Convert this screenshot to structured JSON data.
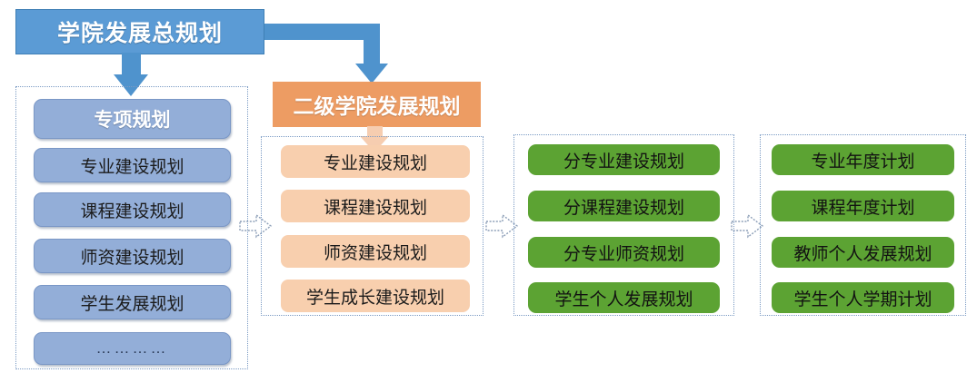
{
  "diagram": {
    "title": "学院发展总规划",
    "master": {
      "label": "学院发展总规划"
    },
    "columns": [
      {
        "id": "special-plans",
        "header": {
          "label": "专项规划",
          "style": "blue"
        },
        "items": [
          {
            "label": "专业建设规划"
          },
          {
            "label": "课程建设规划"
          },
          {
            "label": "师资建设规划"
          },
          {
            "label": "学生发展规划"
          },
          {
            "label": "…………"
          }
        ]
      },
      {
        "id": "secondary-college-plans",
        "header": {
          "label": "二级学院发展规划",
          "style": "orange"
        },
        "items": [
          {
            "label": "专业建设规划"
          },
          {
            "label": "课程建设规划"
          },
          {
            "label": "师资建设规划"
          },
          {
            "label": "学生成长建设规划"
          }
        ]
      },
      {
        "id": "sub-division-plans",
        "header": {
          "label": "",
          "style": "none"
        },
        "items": [
          {
            "label": "分专业建设规划"
          },
          {
            "label": "分课程建设规划"
          },
          {
            "label": "分专业师资规划"
          },
          {
            "label": "学生个人发展规划"
          }
        ]
      },
      {
        "id": "annual-plans",
        "header": {
          "label": "",
          "style": "none"
        },
        "items": [
          {
            "label": "专业年度计划"
          },
          {
            "label": "课程年度计划"
          },
          {
            "label": "教师个人发展规划"
          },
          {
            "label": "学生个人学期计划"
          }
        ]
      }
    ],
    "connectors": [
      {
        "id": "master-to-special",
        "kind": "down-arrow",
        "color": "#4f93cd"
      },
      {
        "id": "master-to-secondary",
        "kind": "elbow-arrow",
        "color": "#4f93cd"
      },
      {
        "id": "secondary-header-to-items",
        "kind": "down-arrow",
        "color": "#f6cdb0"
      },
      {
        "id": "col1-to-col2",
        "kind": "right-arrow-outline",
        "color": "#8d9fb8"
      },
      {
        "id": "col2-to-col3",
        "kind": "right-arrow-outline",
        "color": "#8d9fb8"
      },
      {
        "id": "col3-to-col4",
        "kind": "right-arrow-outline",
        "color": "#8d9fb8"
      }
    ],
    "colors": {
      "master_blue": "#5b9bd5",
      "pill_blue": "#93aed8",
      "header_orange": "#ed9c63",
      "pill_orange": "#f8cfae",
      "pill_green": "#5ca333",
      "group_border": "#7b9bc4"
    }
  }
}
